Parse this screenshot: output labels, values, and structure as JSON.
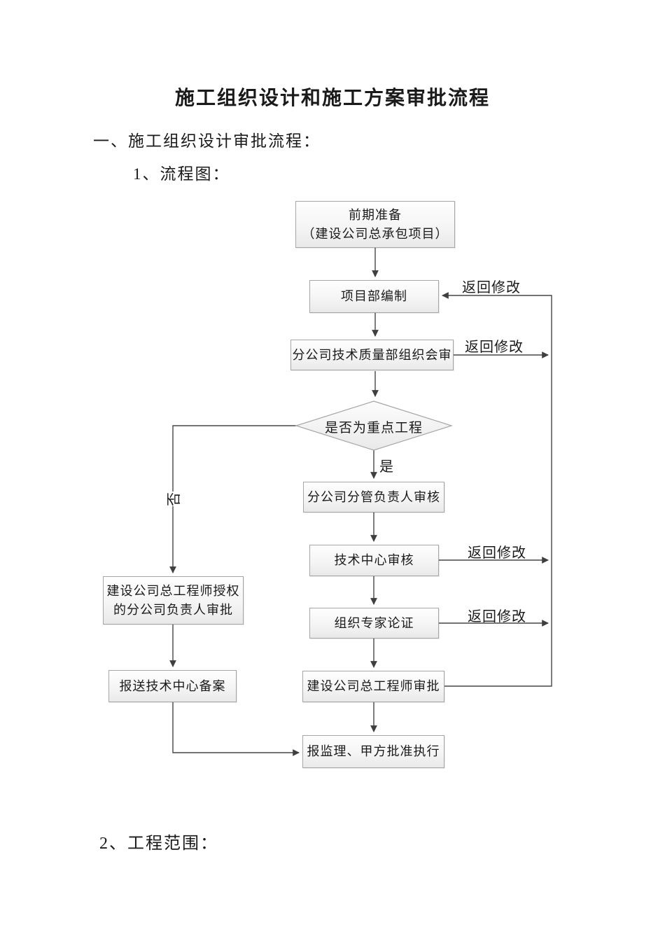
{
  "document": {
    "title": "施工组织设计和施工方案审批流程",
    "section_1": "一、施工组织设计审批流程：",
    "item_1": "1、流程图：",
    "section_2": "2、工程范围："
  },
  "flowchart": {
    "nodes": {
      "prep": "前期准备\n（建设公司总承包项目）",
      "compile": "项目部编制",
      "joint_review": "分公司技术质量部组织会审",
      "decision": "是否为重点工程",
      "branch_leader_review": "分公司分管负责人审核",
      "tech_center_review": "技术中心审核",
      "expert_demo": "组织专家论证",
      "chief_engineer_approval": "建设公司总工程师审批",
      "report_execution": "报监理、甲方批准执行",
      "authorized_approval": "建设公司总工程师授权\n的分公司负责人审批",
      "filing": "报送技术中心备案"
    },
    "labels": {
      "return_modify": "返回修改",
      "yes": "是",
      "no": "否"
    },
    "colors": {
      "line": "#474747",
      "arrowhead": "#3f3f3f",
      "box_border": "#a6a6a6",
      "box_fill_top": "#fefefe",
      "box_fill_bottom": "#e9e9e9",
      "text": "#1a1a1a"
    }
  }
}
